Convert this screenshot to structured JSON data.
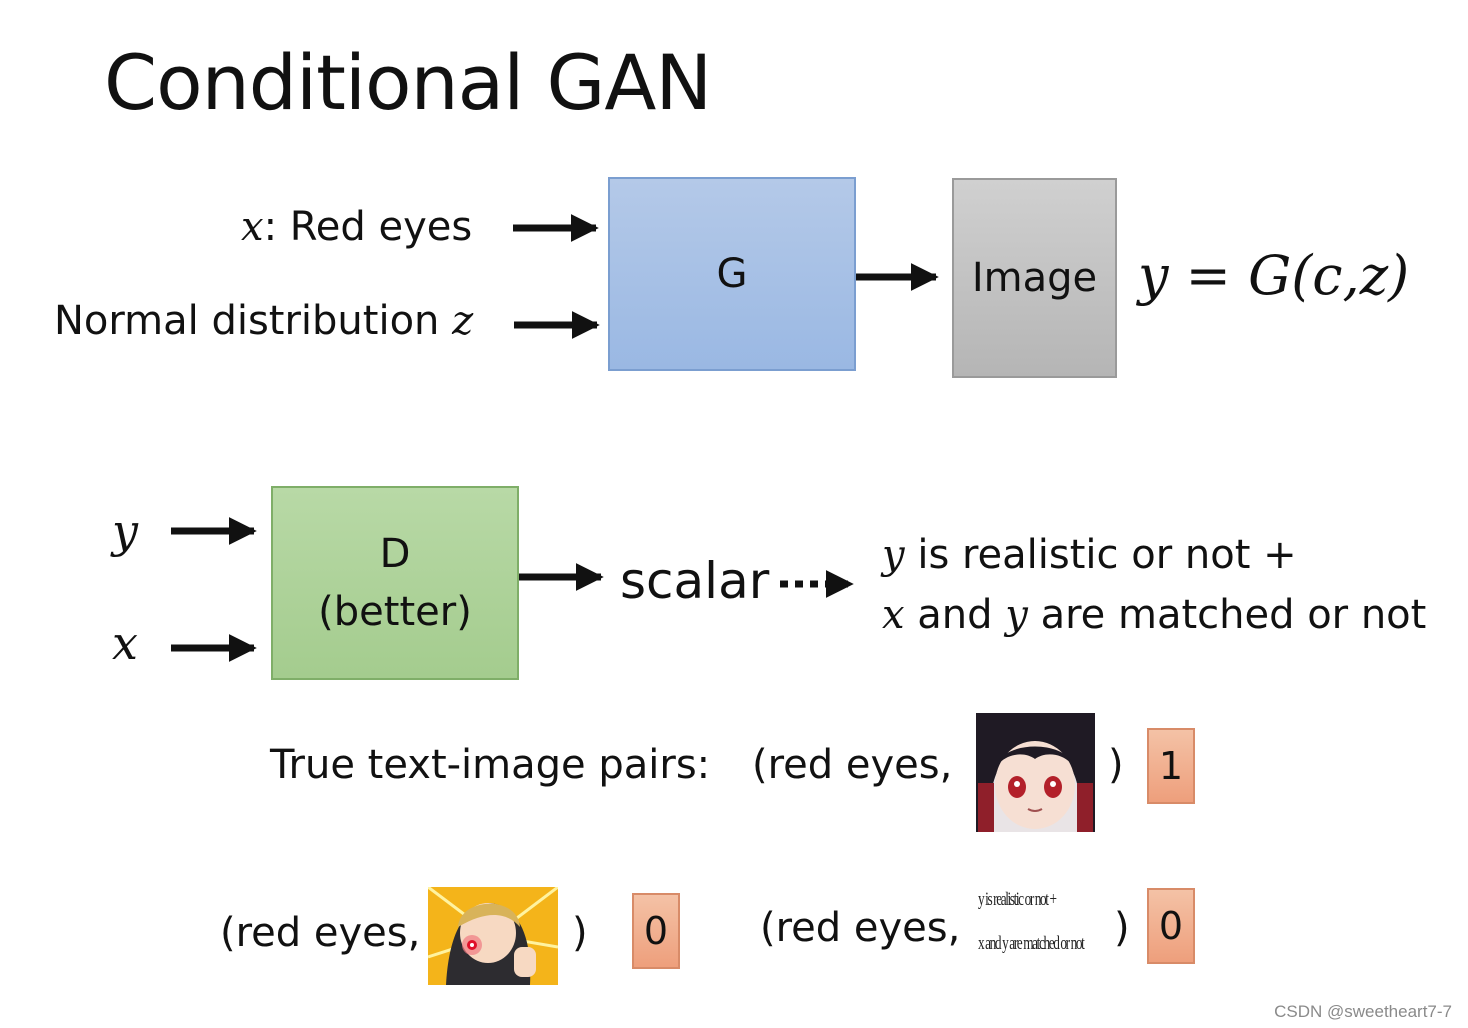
{
  "title": "Conditional GAN",
  "generator": {
    "input_x_var": "x",
    "input_x_label": ": Red eyes",
    "input_z_label": "Normal distribution ",
    "input_z_var": "z",
    "box_label": "G",
    "output_label": "Image",
    "equation": "y = G(c,z)"
  },
  "discriminator": {
    "input_y": "y",
    "input_x": "x",
    "box_label": "D",
    "box_sublabel": "(better)",
    "output": "scalar",
    "criteria_line1_var": "y",
    "criteria_line1": " is realistic or not +",
    "criteria_line2_var1": "x",
    "criteria_line2_mid": " and ",
    "criteria_line2_var2": "y",
    "criteria_line2_end": " are matched or not"
  },
  "pairs": {
    "true_label": "True text-image pairs:",
    "pair_open": "(red eyes,",
    "pair_close": ")",
    "true_score": "1",
    "false_score_1": "0",
    "false_score_2": "0",
    "mini_text_line1": "y is realistic or not +",
    "mini_text_line2": "x and y are matched or not"
  },
  "watermark": "CSDN @sweetheart7-7",
  "colors": {
    "generator_box": "#9ab8e3",
    "image_box": "#bdbdbd",
    "discriminator_box": "#a4cc8e",
    "score_badge": "#ee9f7c"
  }
}
